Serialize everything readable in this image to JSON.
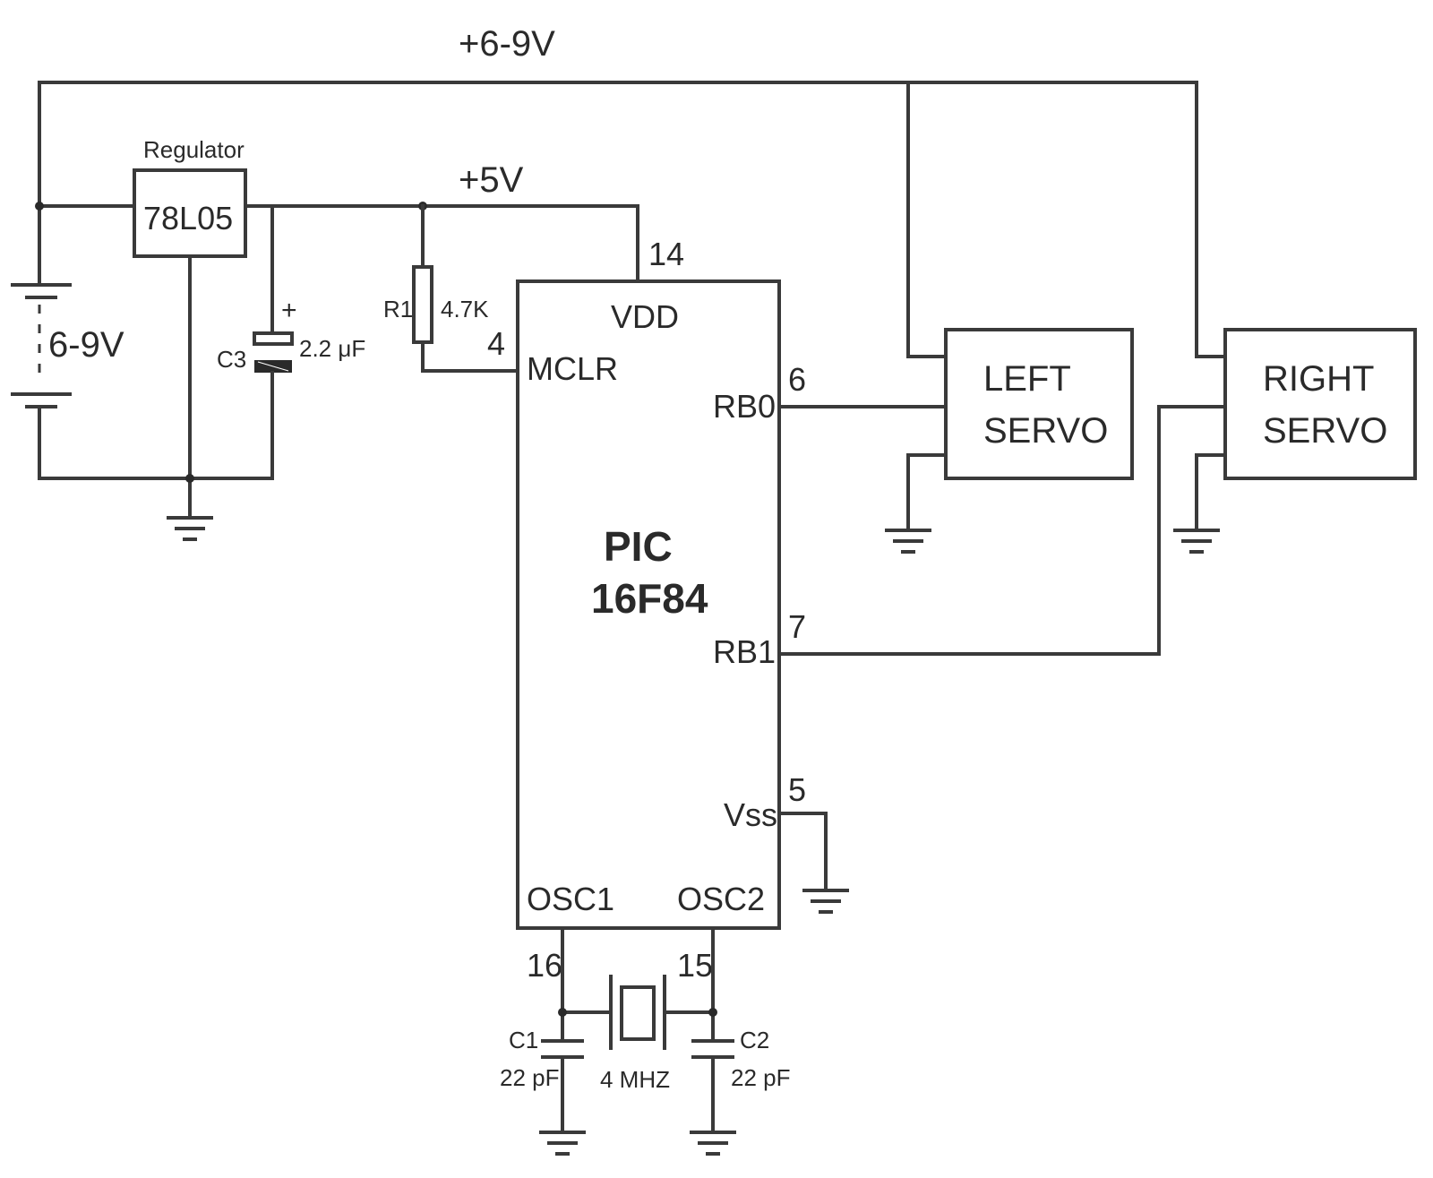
{
  "supply": {
    "rail_label": "+6-9V",
    "logic_label": "+5V",
    "battery_label": "6-9V"
  },
  "regulator": {
    "title": "Regulator",
    "part": "78L05"
  },
  "capacitor_c3": {
    "name": "C3",
    "value": "2.2 μF",
    "polarity": "+"
  },
  "resistor_r1": {
    "name": "R1",
    "value": "4.7K"
  },
  "mcu": {
    "name_line1": "PIC",
    "name_line2": "16F84",
    "pins": {
      "vdd": {
        "label": "VDD",
        "number": "14"
      },
      "mclr": {
        "label": "MCLR",
        "number": "4"
      },
      "rb0": {
        "label": "RB0",
        "number": "6"
      },
      "rb1": {
        "label": "RB1",
        "number": "7"
      },
      "vss": {
        "label": "Vss",
        "number": "5"
      },
      "osc1": {
        "label": "OSC1",
        "number": "16"
      },
      "osc2": {
        "label": "OSC2",
        "number": "15"
      }
    }
  },
  "servos": {
    "left": {
      "line1": "LEFT",
      "line2": "SERVO"
    },
    "right": {
      "line1": "RIGHT",
      "line2": "SERVO"
    }
  },
  "crystal": {
    "value": "4 MHZ"
  },
  "capacitor_c1": {
    "name": "C1",
    "value": "22 pF"
  },
  "capacitor_c2": {
    "name": "C2",
    "value": "22 pF"
  }
}
